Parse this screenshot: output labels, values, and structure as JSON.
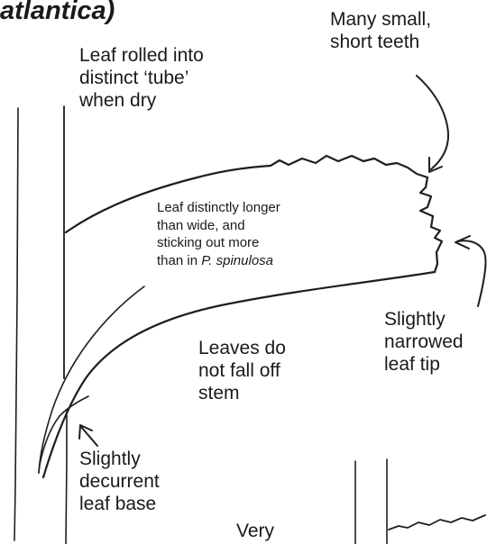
{
  "heading_fragment": "atlantica)",
  "annotations": {
    "many_small_teeth": [
      "Many small,",
      "short teeth"
    ],
    "leaf_rolled": [
      "Leaf rolled into",
      "distinct ‘tube’",
      "when dry"
    ],
    "leaf_longer": {
      "lines": [
        "Leaf distinctly longer",
        "than wide, and",
        "sticking out more"
      ],
      "last_line_prefix": "than in ",
      "last_line_species": "P. spinulosa"
    },
    "slightly_narrowed": [
      "Slightly",
      "narrowed",
      "leaf tip"
    ],
    "leaves_do_not_fall": [
      "Leaves do",
      "not fall off",
      "stem"
    ],
    "slightly_decurrent": [
      "Slightly",
      "decurrent",
      "leaf base"
    ],
    "very": "Very"
  },
  "colors": {
    "ink": "#1e1e1e",
    "paper": "#ffffff"
  }
}
